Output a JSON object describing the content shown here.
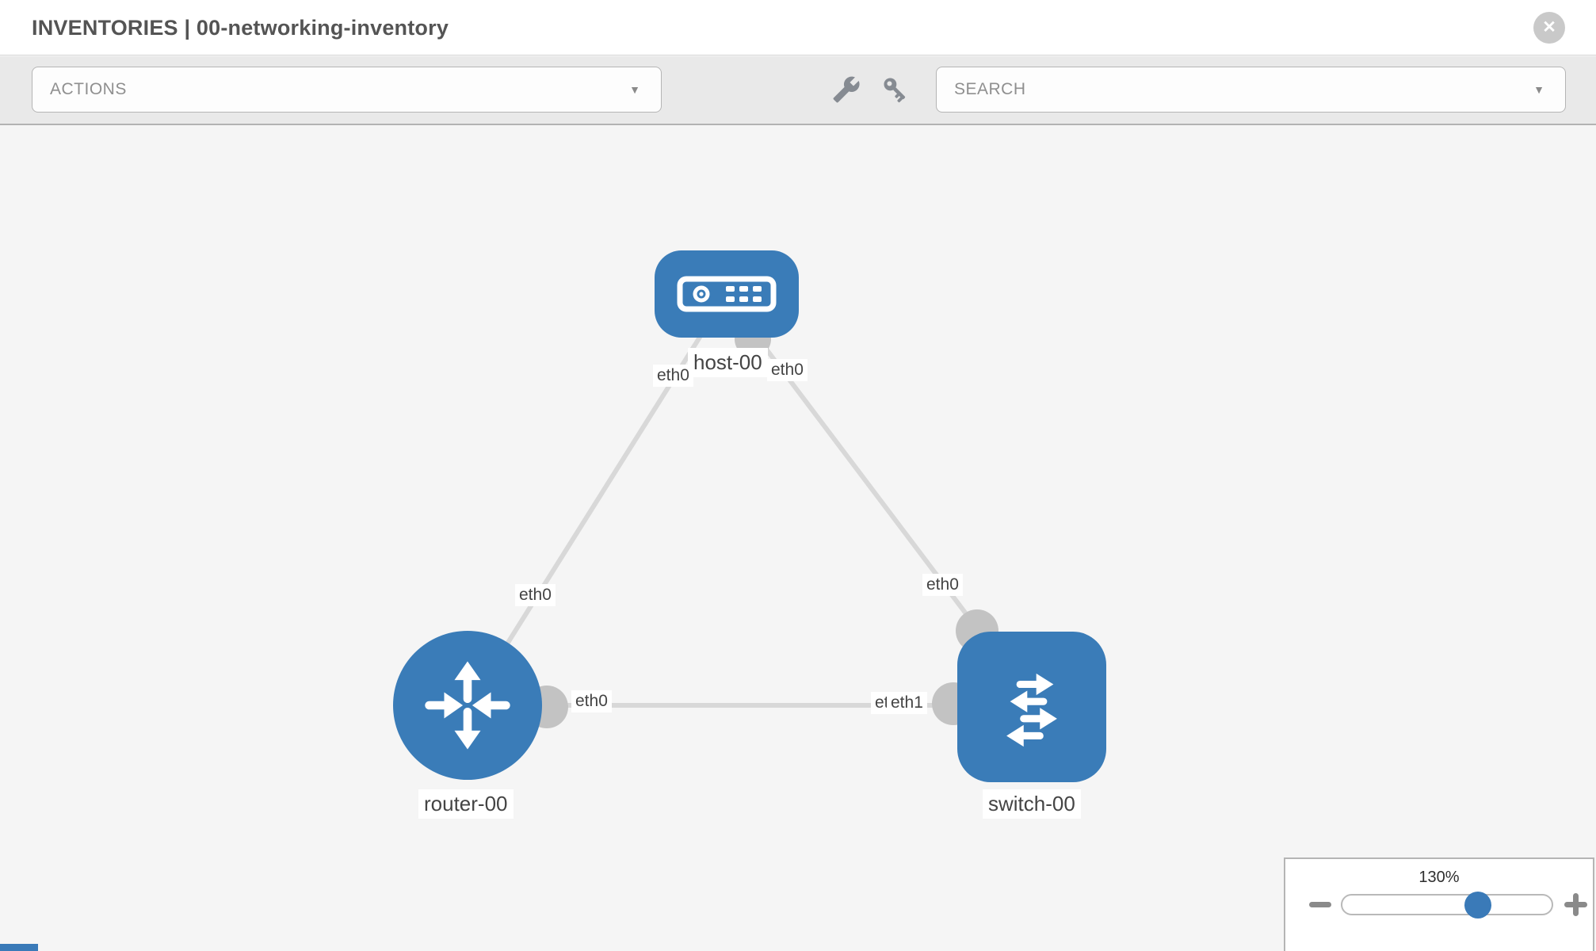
{
  "header": {
    "title": "INVENTORIES | 00-networking-inventory",
    "close_glyph": "✕"
  },
  "toolbar": {
    "actions_label": "ACTIONS",
    "search_label": "SEARCH",
    "caret": "▼",
    "icons": [
      "wrench-icon",
      "key-icon"
    ]
  },
  "colors": {
    "node_blue": "#3a7cb8",
    "link_gray": "#d8d8d8",
    "port_gray": "#c3c3c3",
    "canvas_bg": "#f5f5f5",
    "toolbar_bg": "#e9e9e9"
  },
  "topology": {
    "nodes": [
      {
        "id": "host-00",
        "type": "host",
        "label": "host-00"
      },
      {
        "id": "router-00",
        "type": "router",
        "label": "router-00"
      },
      {
        "id": "switch-00",
        "type": "switch",
        "label": "switch-00"
      }
    ],
    "links": [
      {
        "from": "host-00",
        "to": "router-00",
        "from_iface": "eth0",
        "to_iface": "eth0"
      },
      {
        "from": "host-00",
        "to": "switch-00",
        "from_iface": "eth0",
        "to_iface": "eth0"
      },
      {
        "from": "router-00",
        "to": "switch-00",
        "from_iface": "eth0",
        "to_iface": "eth1"
      }
    ],
    "iface_labels": [
      {
        "text": "eth0"
      },
      {
        "text": "eth0"
      },
      {
        "text": "eth0"
      },
      {
        "text": "eth0"
      },
      {
        "text": "eth0"
      },
      {
        "text": "eth1"
      },
      {
        "text": "eth1"
      }
    ]
  },
  "zoom_control": {
    "value": "130%",
    "minus_icon": "minus",
    "plus_icon": "plus"
  }
}
